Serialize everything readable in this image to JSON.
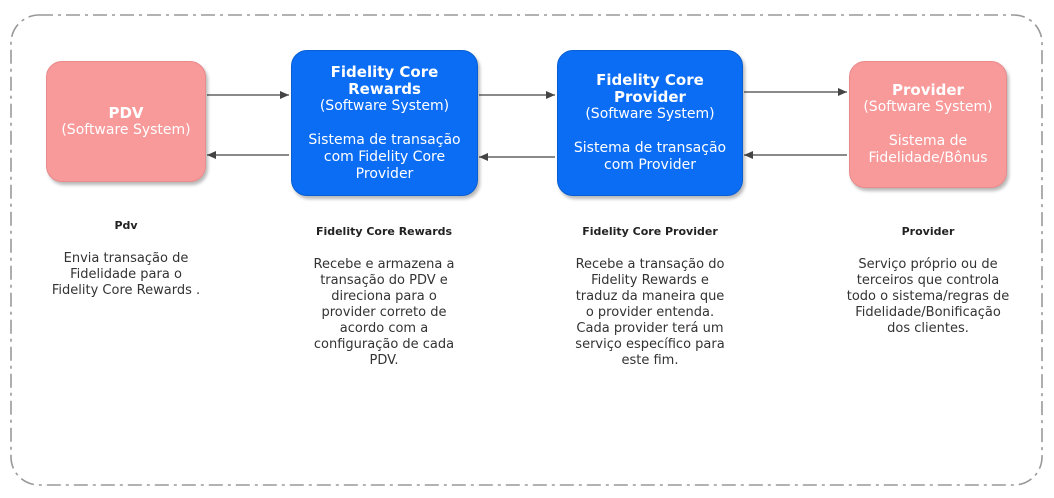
{
  "colors": {
    "external_system": "#f8999a",
    "core_system": "#0b6df4",
    "arrow": "#444444",
    "boundary": "#999999"
  },
  "boxes": {
    "pdv": {
      "title": "PDV",
      "subtitle": "(Software System)"
    },
    "rewards": {
      "title_line1": "Fidelity Core",
      "title_line2": "Rewards",
      "subtitle": "(Software System)",
      "desc_line1": "Sistema de transação",
      "desc_line2": "com Fidelity Core",
      "desc_line3": "Provider"
    },
    "core_provider": {
      "title_line1": "Fidelity Core",
      "title_line2": "Provider",
      "subtitle": "(Software System)",
      "desc_line1": "Sistema de transação",
      "desc_line2": "com Provider"
    },
    "provider": {
      "title": "Provider",
      "subtitle": "(Software System)",
      "desc_line1": "Sistema de",
      "desc_line2": "Fidelidade/Bônus"
    }
  },
  "captions": {
    "pdv": {
      "title": "Pdv",
      "lines": [
        "Envia transação de",
        "Fidelidade para o",
        "Fidelity Core Rewards ."
      ]
    },
    "rewards": {
      "title": "Fidelity Core Rewards",
      "lines": [
        "Recebe e armazena a",
        "transação do PDV e",
        "direciona para o",
        "provider correto de",
        "acordo com a",
        "configuração de cada",
        "PDV."
      ]
    },
    "core_provider": {
      "title": "Fidelity Core Provider",
      "lines": [
        "Recebe a transação do",
        "Fidelity Rewards e",
        "traduz da maneira que",
        "o provider entenda.",
        "Cada provider terá um",
        "serviço específico para",
        "este fim."
      ]
    },
    "provider": {
      "title": "Provider",
      "lines": [
        "Serviço próprio ou de",
        "terceiros que controla",
        "todo o sistema/regras de",
        "Fidelidade/Bonificação",
        "dos clientes."
      ]
    }
  }
}
